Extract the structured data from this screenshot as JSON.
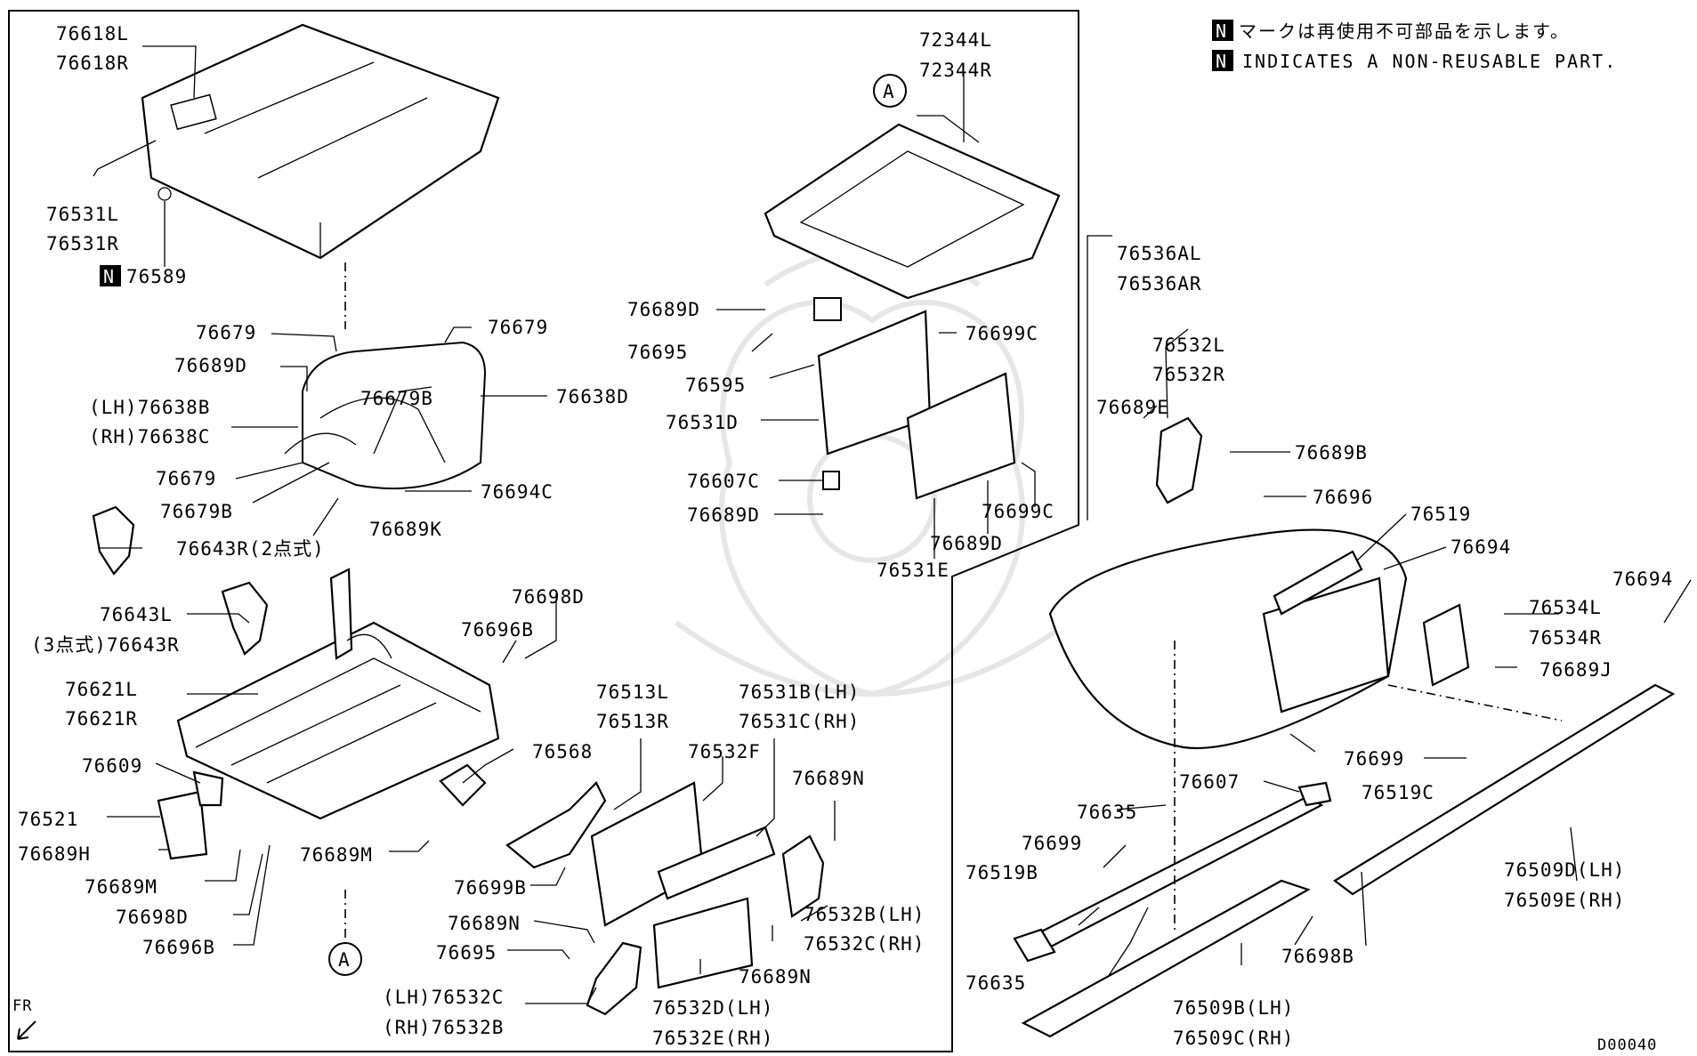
{
  "notes": {
    "badge": "N",
    "line1": "マークは再使用不可部品を示します。",
    "line2": "INDICATES A NON-REUSABLE PART."
  },
  "diagram_code": "D00040",
  "direction_label": "FR",
  "ref_marker": "A",
  "labels": [
    {
      "id": "76618L",
      "text": "76618L"
    },
    {
      "id": "76618R",
      "text": "76618R"
    },
    {
      "id": "76531L",
      "text": "76531L"
    },
    {
      "id": "76531R",
      "text": "76531R"
    },
    {
      "id": "76589",
      "text": "76589",
      "nonreusable": true
    },
    {
      "id": "76679a",
      "text": "76679"
    },
    {
      "id": "76679b",
      "text": "76679"
    },
    {
      "id": "76689Da",
      "text": "76689D"
    },
    {
      "id": "76679B_a",
      "text": "76679B"
    },
    {
      "id": "76638D",
      "text": "76638D"
    },
    {
      "id": "76638B",
      "text": "(LH)76638B"
    },
    {
      "id": "76638C",
      "text": "(RH)76638C"
    },
    {
      "id": "76679c",
      "text": "76679"
    },
    {
      "id": "76679B_b",
      "text": "76679B"
    },
    {
      "id": "76694C",
      "text": "76694C"
    },
    {
      "id": "76689K",
      "text": "76689K"
    },
    {
      "id": "76643R",
      "text": "76643R(2点式)"
    },
    {
      "id": "76643L",
      "text": "76643L"
    },
    {
      "id": "76643R3",
      "text": "(3点式)76643R"
    },
    {
      "id": "76698D_a",
      "text": "76698D"
    },
    {
      "id": "76696B_a",
      "text": "76696B"
    },
    {
      "id": "76621L",
      "text": "76621L"
    },
    {
      "id": "76621R",
      "text": "76621R"
    },
    {
      "id": "76609",
      "text": "76609"
    },
    {
      "id": "76521",
      "text": "76521"
    },
    {
      "id": "76689H",
      "text": "76689H"
    },
    {
      "id": "76689M_a",
      "text": "76689M"
    },
    {
      "id": "76698D_b",
      "text": "76698D"
    },
    {
      "id": "76696B_b",
      "text": "76696B"
    },
    {
      "id": "76568",
      "text": "76568"
    },
    {
      "id": "76689M_b",
      "text": "76689M"
    },
    {
      "id": "76699B",
      "text": "76699B"
    },
    {
      "id": "76513L",
      "text": "76513L"
    },
    {
      "id": "76513R",
      "text": "76513R"
    },
    {
      "id": "76531B",
      "text": "76531B(LH)"
    },
    {
      "id": "76531C",
      "text": "76531C(RH)"
    },
    {
      "id": "76532F",
      "text": "76532F"
    },
    {
      "id": "76689N_a",
      "text": "76689N"
    },
    {
      "id": "76689N_b",
      "text": "76689N"
    },
    {
      "id": "76695_b",
      "text": "76695"
    },
    {
      "id": "76532C_lh",
      "text": "(LH)76532C"
    },
    {
      "id": "76532B_rh",
      "text": "(RH)76532B"
    },
    {
      "id": "76532D",
      "text": "76532D(LH)"
    },
    {
      "id": "76532E",
      "text": "76532E(RH)"
    },
    {
      "id": "76689N_c",
      "text": "76689N"
    },
    {
      "id": "76532B",
      "text": "76532B(LH)"
    },
    {
      "id": "76532C",
      "text": "76532C(RH)"
    },
    {
      "id": "72344L",
      "text": "72344L"
    },
    {
      "id": "72344R",
      "text": "72344R"
    },
    {
      "id": "76689D_b",
      "text": "76689D"
    },
    {
      "id": "76695_a",
      "text": "76695"
    },
    {
      "id": "76595",
      "text": "76595"
    },
    {
      "id": "76699C_a",
      "text": "76699C"
    },
    {
      "id": "76531D",
      "text": "76531D"
    },
    {
      "id": "76607C",
      "text": "76607C"
    },
    {
      "id": "76689D_c",
      "text": "76689D"
    },
    {
      "id": "76699C_b",
      "text": "76699C"
    },
    {
      "id": "76689D_d",
      "text": "76689D"
    },
    {
      "id": "76531E",
      "text": "76531E"
    },
    {
      "id": "76536AL",
      "text": "76536AL"
    },
    {
      "id": "76536AR",
      "text": "76536AR"
    },
    {
      "id": "76532L",
      "text": "76532L"
    },
    {
      "id": "76532R",
      "text": "76532R"
    },
    {
      "id": "76689E",
      "text": "76689E"
    },
    {
      "id": "76689B",
      "text": "76689B"
    },
    {
      "id": "76696",
      "text": "76696"
    },
    {
      "id": "76519",
      "text": "76519"
    },
    {
      "id": "76694a",
      "text": "76694"
    },
    {
      "id": "76694b",
      "text": "76694"
    },
    {
      "id": "76534L",
      "text": "76534L"
    },
    {
      "id": "76534R",
      "text": "76534R"
    },
    {
      "id": "76689J",
      "text": "76689J"
    },
    {
      "id": "76699a",
      "text": "76699"
    },
    {
      "id": "76607",
      "text": "76607"
    },
    {
      "id": "76519C",
      "text": "76519C"
    },
    {
      "id": "76635a",
      "text": "76635"
    },
    {
      "id": "76699b",
      "text": "76699"
    },
    {
      "id": "76519B",
      "text": "76519B"
    },
    {
      "id": "76635b",
      "text": "76635"
    },
    {
      "id": "76698B",
      "text": "76698B"
    },
    {
      "id": "76509B",
      "text": "76509B(LH)"
    },
    {
      "id": "76509C",
      "text": "76509C(RH)"
    },
    {
      "id": "76509D",
      "text": "76509D(LH)"
    },
    {
      "id": "76509E",
      "text": "76509E(RH)"
    }
  ]
}
